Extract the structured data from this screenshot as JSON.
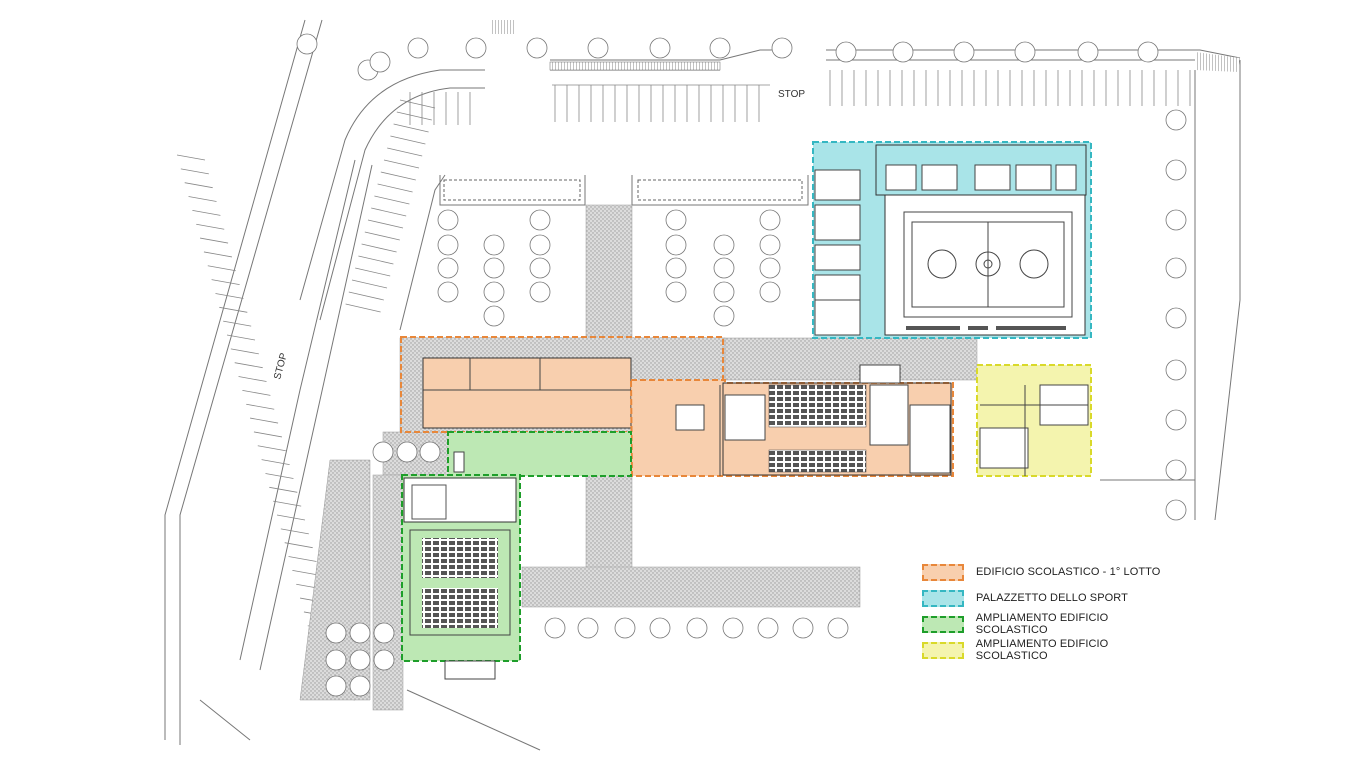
{
  "labels": {
    "stop_top": "STOP",
    "stop_left": "STOP"
  },
  "legend": [
    {
      "label": "EDIFICIO SCOLASTICO - 1° LOTTO",
      "fill": "#f8cfae",
      "border": "#e8873a"
    },
    {
      "label": "PALAZZETTO DELLO SPORT",
      "fill": "#a9e4e8",
      "border": "#35b7c2"
    },
    {
      "label": "AMPLIAMENTO EDIFICIO SCOLASTICO",
      "fill": "#bde8b4",
      "border": "#1e9e2a"
    },
    {
      "label": "AMPLIAMENTO EDIFICIO SCOLASTICO",
      "fill": "#f4f4ae",
      "border": "#d9d92a"
    }
  ],
  "colors": {
    "edificio": "#f8cfae",
    "edificio_border": "#e8873a",
    "palazzetto": "#a9e4e8",
    "palazzetto_border": "#35b7c2",
    "ampliamento_green": "#bde8b4",
    "ampliamento_green_border": "#1e9e2a",
    "ampliamento_yellow": "#f4f4ae",
    "ampliamento_yellow_border": "#d9d92a",
    "paving": "#d2d2d2",
    "line": "#555555"
  }
}
